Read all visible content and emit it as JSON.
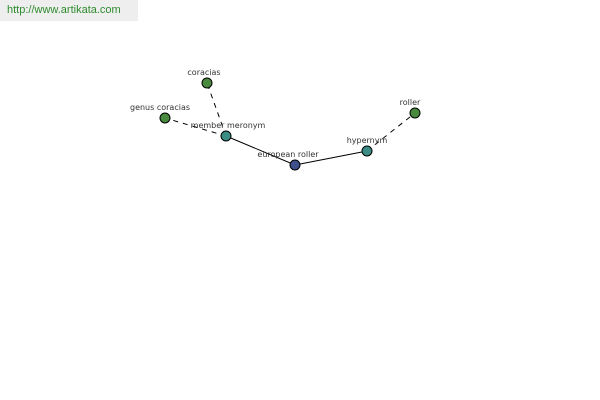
{
  "banner": {
    "url_text": "http://www.artikata.com"
  },
  "colors": {
    "banner_text": "#2e8b2e",
    "banner_bg": "#eeeeee",
    "root_node": "#3e4f8a",
    "relation_node": "#3c8c86",
    "leaf_node": "#4a8a3e"
  },
  "graph": {
    "nodes": [
      {
        "id": "european_roller",
        "label": "european roller",
        "kind": "root"
      },
      {
        "id": "hypernym",
        "label": "hypernym",
        "kind": "relation"
      },
      {
        "id": "roller",
        "label": "roller",
        "kind": "leaf"
      },
      {
        "id": "member_meronym",
        "label": "member meronym",
        "kind": "relation"
      },
      {
        "id": "coracias",
        "label": "coracias",
        "kind": "leaf"
      },
      {
        "id": "genus_coracias",
        "label": "genus coracias",
        "kind": "leaf"
      }
    ],
    "edges": [
      {
        "from": "european_roller",
        "to": "hypernym",
        "style": "solid"
      },
      {
        "from": "european_roller",
        "to": "member_meronym",
        "style": "solid"
      },
      {
        "from": "hypernym",
        "to": "roller",
        "style": "dashed"
      },
      {
        "from": "member_meronym",
        "to": "coracias",
        "style": "dashed"
      },
      {
        "from": "member_meronym",
        "to": "genus_coracias",
        "style": "dashed"
      }
    ]
  }
}
